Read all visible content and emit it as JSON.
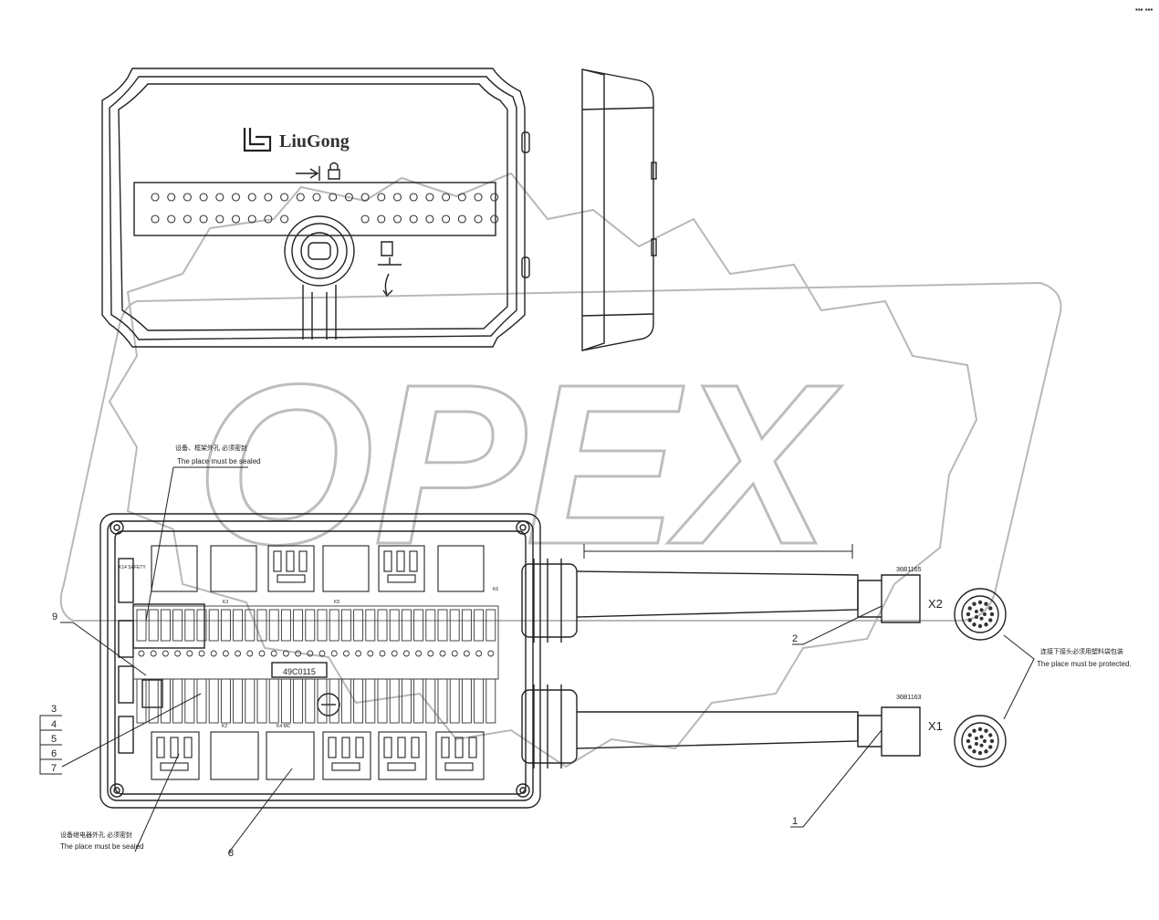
{
  "corner_mark": "▪▪▪ ▪▪▪",
  "brand": {
    "logo_text": "LiuGong",
    "watermark": "OPEX"
  },
  "labels": {
    "top_cn": "设备、框架外孔 必须密封",
    "top_en": "The place must be sealed",
    "bottom_cn": "设备继电器外孔 必须密封",
    "bottom_en": "The place must be sealed",
    "protect_cn": "连接下接头必须用塑料袋包装",
    "protect_en": "The place must be protected.",
    "part_code": "49C0115",
    "conn_top_code": "36B1165",
    "conn_bottom_code": "36B1163",
    "x2": "X2",
    "x1": "X1",
    "k14": "K14 SAFETY",
    "k3": "K3",
    "k5": "K5",
    "k6": "K6",
    "k4_mc": "K4 MC",
    "k2": "K2"
  },
  "callouts": {
    "c1": "1",
    "c2": "2",
    "c3": "3",
    "c4": "4",
    "c5": "5",
    "c6": "6",
    "c7": "7",
    "c8": "8",
    "c9": "9"
  }
}
